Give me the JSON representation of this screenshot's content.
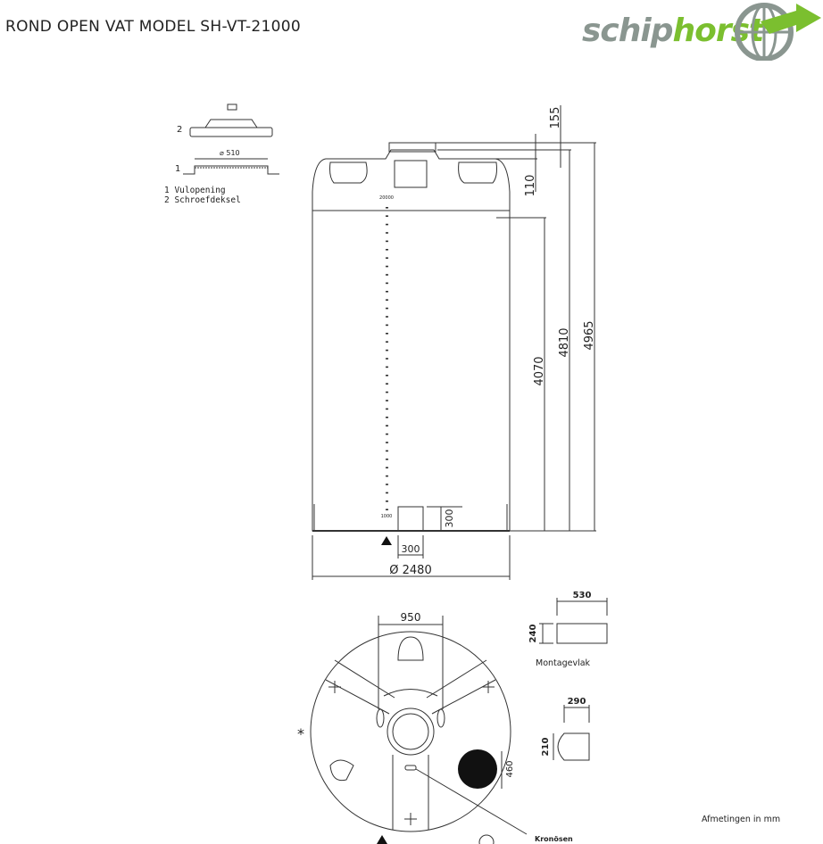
{
  "header": {
    "title": "ROND OPEN VAT MODEL SH-VT-21000",
    "logo_part1": "schip",
    "logo_part2": "horst"
  },
  "lid_detail": {
    "label_2": "2",
    "label_1": "1",
    "diameter": "⌀ 510",
    "legend_1": "1 Vulopening",
    "legend_2": "2 Schroefdeksel"
  },
  "side_view": {
    "dim_155": "155",
    "dim_110": "110",
    "dim_4070": "4070",
    "dim_4810": "4810",
    "dim_4965": "4965",
    "dim_300_h": "300",
    "dim_300_w": "300",
    "diameter": "Ø 2480",
    "scale_top": "20000",
    "scale_bottom": "1000"
  },
  "top_view": {
    "dim_950": "950",
    "dim_460": "460",
    "star": "*",
    "kronosen": "Kronösen"
  },
  "montage": {
    "dim_530": "530",
    "dim_240": "240",
    "label": "Montagevlak"
  },
  "hole": {
    "dim_290": "290",
    "dim_210": "210"
  },
  "footer": {
    "units": "Afmetingen in mm"
  },
  "colors": {
    "logo_gray": "#8a9690",
    "logo_green": "#7bbf2f",
    "line": "#333333"
  }
}
